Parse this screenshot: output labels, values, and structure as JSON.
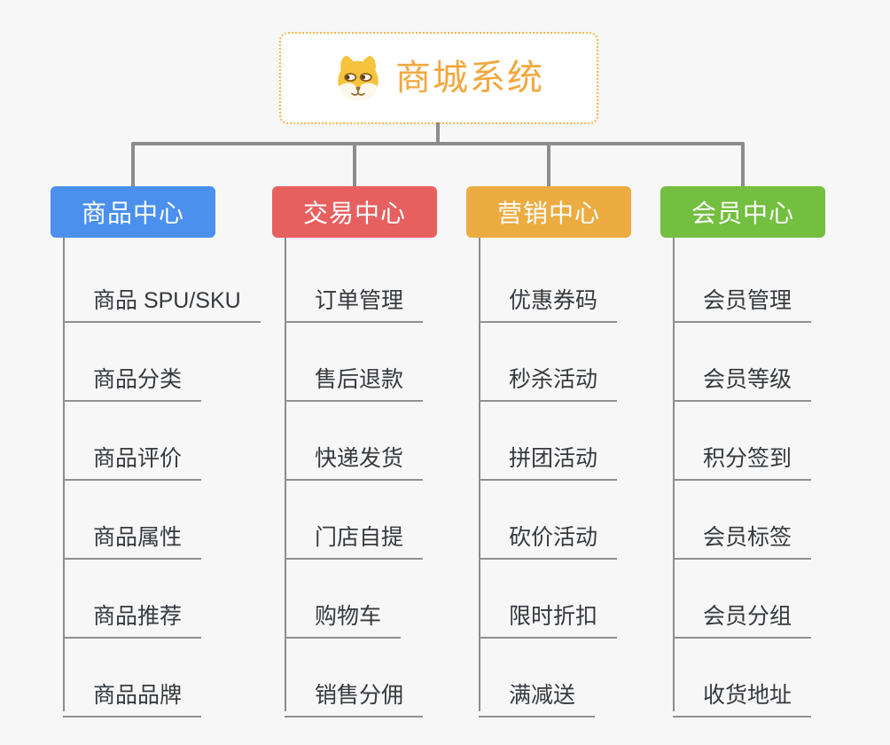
{
  "root": {
    "title": "商城系统",
    "icon": "shiba-dog-icon"
  },
  "branches": [
    {
      "label": "商品中心",
      "color": "#4a90ec",
      "items": [
        "商品 SPU/SKU",
        "商品分类",
        "商品评价",
        "商品属性",
        "商品推荐",
        "商品品牌"
      ]
    },
    {
      "label": "交易中心",
      "color": "#e66060",
      "items": [
        "订单管理",
        "售后退款",
        "快递发货",
        "门店自提",
        "购物车",
        "销售分佣"
      ]
    },
    {
      "label": "营销中心",
      "color": "#ecac42",
      "items": [
        "优惠券码",
        "秒杀活动",
        "拼团活动",
        "砍价活动",
        "限时折扣",
        "满减送"
      ]
    },
    {
      "label": "会员中心",
      "color": "#73bf40",
      "items": [
        "会员管理",
        "会员等级",
        "积分签到",
        "会员标签",
        "会员分组",
        "收货地址"
      ]
    }
  ],
  "colors": {
    "background": "#f7f7f7",
    "connector": "#8c8c8c",
    "item_underline": "#8e9093",
    "item_text": "#36393d",
    "root_border": "#f7b54c",
    "root_title": "#f2a73e"
  }
}
